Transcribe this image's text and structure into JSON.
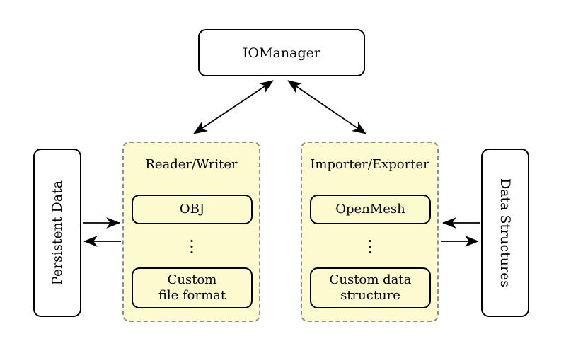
{
  "diagram": {
    "io_manager": {
      "label": "IOManager"
    },
    "persistent_data": {
      "label": "Persistent Data"
    },
    "data_structures": {
      "label": "Data Structures"
    },
    "reader_writer": {
      "title": "Reader/Writer",
      "item_top": "OBJ",
      "item_bottom": "Custom\nfile format",
      "ellipsis_icon": "vertical-ellipsis"
    },
    "importer_exporter": {
      "title": "Importer/Exporter",
      "item_top": "OpenMesh",
      "item_bottom": "Custom data\nstructure",
      "ellipsis_icon": "vertical-ellipsis"
    },
    "connections": [
      {
        "from": "IOManager",
        "to": "Reader/Writer",
        "bidirectional": true
      },
      {
        "from": "IOManager",
        "to": "Importer/Exporter",
        "bidirectional": true
      },
      {
        "from": "Persistent Data",
        "to": "Reader/Writer",
        "bidirectional": false
      },
      {
        "from": "Reader/Writer",
        "to": "Persistent Data",
        "bidirectional": false
      },
      {
        "from": "Data Structures",
        "to": "Importer/Exporter",
        "bidirectional": false
      },
      {
        "from": "Importer/Exporter",
        "to": "Data Structures",
        "bidirectional": false
      }
    ],
    "colors": {
      "panel_fill": "#FDFACF",
      "panel_border": "#8E8E8E",
      "node_border": "#000000",
      "node_fill": "#FFFFFF",
      "arrow": "#000000",
      "background": "#FFFFFF"
    }
  }
}
